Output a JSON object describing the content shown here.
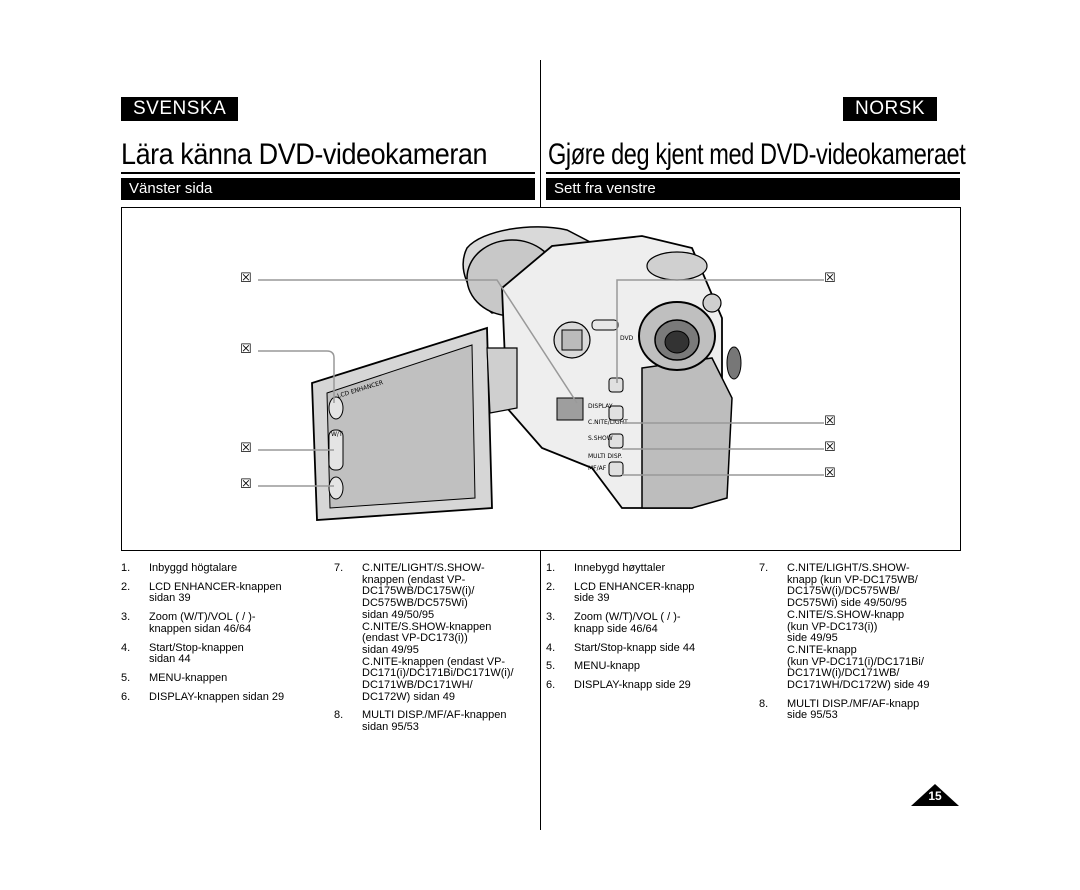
{
  "left": {
    "language": "SVENSKA",
    "title": "Lära känna DVD-videokameran",
    "section": "Vänster sida"
  },
  "right": {
    "language": "NORSK",
    "title": "Gjøre deg kjent med DVD-videokameraet",
    "section": "Sett fra venstre"
  },
  "figure": {
    "callout_glyph": "☒",
    "camera_labels": {
      "lcd_enhancer": "LCD ENHANCER",
      "display": "DISPLAY",
      "cnite": "C.NITE/LIGHT",
      "sshow": "S.SHOW",
      "multi": "MULTI DISP.",
      "mfaf": "MF/AF",
      "dvd": "DVD",
      "vol": "W/T"
    }
  },
  "list_sv_col1": [
    {
      "num": "1.",
      "text": "Inbyggd högtalare"
    },
    {
      "num": "2.",
      "text": "LCD ENHANCER-knappen\n    sidan 39"
    },
    {
      "num": "3.",
      "text": "Zoom (W/T)/VOL (   /   )-\nknappen     sidan 46/64"
    },
    {
      "num": "4.",
      "text": "Start/Stop-knappen\n    sidan 44"
    },
    {
      "num": "5.",
      "text": "MENU-knappen"
    },
    {
      "num": "6.",
      "text": "DISPLAY-knappen      sidan 29"
    }
  ],
  "list_sv_col2": [
    {
      "num": "7.",
      "text": "C.NITE/LIGHT/S.SHOW-\nknappen (endast VP-\nDC175WB/DC175W(i)/\nDC575WB/DC575Wi)\n    sidan 49/50/95\nC.NITE/S.SHOW-knappen\n(endast VP-DC173(i))\n    sidan 49/95\nC.NITE-knappen (endast VP-\nDC171(i)/DC171Bi/DC171W(i)/\nDC171WB/DC171WH/\nDC172W)    sidan 49"
    },
    {
      "num": "8.",
      "text": "MULTI DISP./MF/AF-knappen\n    sidan 95/53"
    }
  ],
  "list_no_col1": [
    {
      "num": "1.",
      "text": "Innebygd høyttaler"
    },
    {
      "num": "2.",
      "text": "LCD ENHANCER-knapp\n    side 39"
    },
    {
      "num": "3.",
      "text": "Zoom (W/T)/VOL (   /   )-\nknapp     side 46/64"
    },
    {
      "num": "4.",
      "text": "Start/Stop-knapp      side 44"
    },
    {
      "num": "5.",
      "text": "MENU-knapp"
    },
    {
      "num": "6.",
      "text": "DISPLAY-knapp      side 29"
    }
  ],
  "list_no_col2": [
    {
      "num": "7.",
      "text": "C.NITE/LIGHT/S.SHOW-\nknapp (kun VP-DC175WB/\nDC175W(i)/DC575WB/\nDC575Wi)    side 49/50/95\nC.NITE/S.SHOW-knapp\n(kun VP-DC173(i))\n    side 49/95\nC.NITE-knapp\n(kun VP-DC171(i)/DC171Bi/\nDC171W(i)/DC171WB/\nDC171WH/DC172W)    side 49"
    },
    {
      "num": "8.",
      "text": "MULTI DISP./MF/AF-knapp\n    side 95/53"
    }
  ],
  "page_number": "15"
}
